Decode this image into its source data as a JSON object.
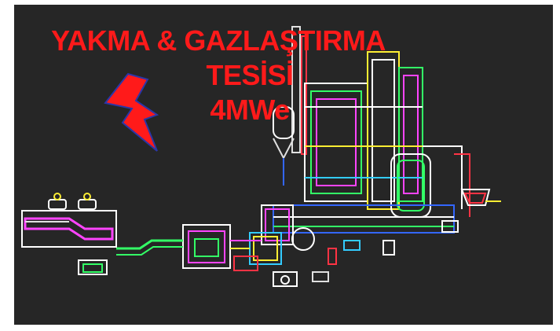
{
  "title": {
    "line1": "YAKMA & GAZLAŞTIRMA",
    "line2": "TESİSİ",
    "line3": "4MWe"
  },
  "colors": {
    "background": "#262626",
    "title": "#ff1a1a",
    "bolt": "#ff1a1a",
    "bolt_outline": "#2a36a8"
  },
  "icons": [
    "lightning-bolt-icon"
  ]
}
